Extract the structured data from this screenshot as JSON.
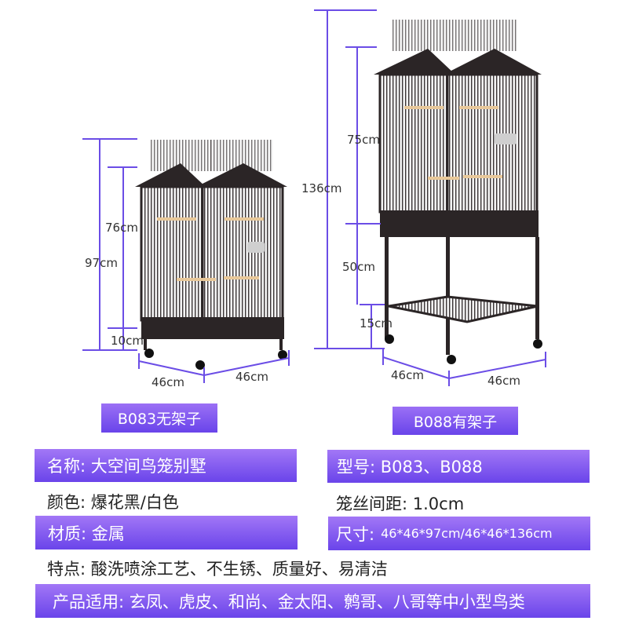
{
  "colors": {
    "accent": "#7b55ee",
    "line": "#6b4de6",
    "cage": "#2b2526"
  },
  "left_product": {
    "badge": "B083无架子",
    "dims": {
      "cage_height": "76cm",
      "total_height": "97cm",
      "leg_height": "10cm",
      "width": "46cm",
      "depth": "46cm"
    }
  },
  "right_product": {
    "badge": "B088有架子",
    "dims": {
      "cage_height": "75cm",
      "total_height": "136cm",
      "stand_height": "50cm",
      "shelf_height": "15cm",
      "width": "46cm",
      "depth": "46cm"
    }
  },
  "specs": {
    "name": "名称: 大空间鸟笼别墅",
    "model": "型号: B083、B088",
    "color": "颜色: 爆花黑/白色",
    "spacing": "笼丝间距: 1.0cm",
    "material": "材质: 金属",
    "size_label": "尺寸:",
    "size_value": "46*46*97cm/46*46*136cm",
    "features": "特点: 酸洗喷涂工艺、不生锈、质量好、易清洁",
    "suitable": "产品适用: 玄凤、虎皮、和尚、金太阳、鹩哥、八哥等中小型鸟类"
  }
}
